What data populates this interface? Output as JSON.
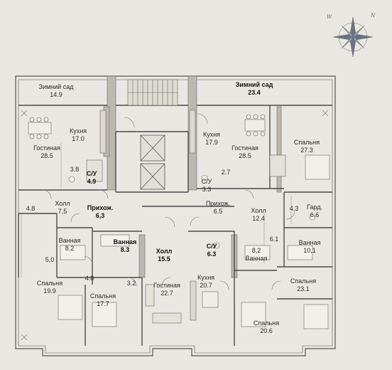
{
  "compass": {
    "north_letters": "N",
    "west_letters": "W"
  },
  "rooms": [
    {
      "id": "winter-garden-left",
      "name": "Зимний сад",
      "area": "14.9",
      "bold": false
    },
    {
      "id": "winter-garden-right",
      "name": "Зимний сад",
      "area": "23.4",
      "bold": true
    },
    {
      "id": "kitchen-1",
      "name": "Кухня",
      "area": "17.0",
      "bold": false
    },
    {
      "id": "living-1",
      "name": "Гостиная",
      "area": "28.5",
      "bold": false
    },
    {
      "id": "wc-1",
      "name": "С/У",
      "area": "4.9",
      "bold": true
    },
    {
      "id": "hall-1",
      "name": "Холл",
      "area": "7,5",
      "bold": false
    },
    {
      "id": "entry-1",
      "name": "Прихож.",
      "area": "6,3",
      "bold": true
    },
    {
      "id": "bath-1",
      "name": "Ванная",
      "area": "8.2",
      "bold": false
    },
    {
      "id": "bath-2",
      "name": "Ванная",
      "area": "8.3",
      "bold": true
    },
    {
      "id": "hall-main",
      "name": "Холл",
      "area": "15.5",
      "bold": true
    },
    {
      "id": "bedroom-1",
      "name": "Спальня",
      "area": "19.9",
      "bold": false
    },
    {
      "id": "bedroom-2",
      "name": "Спальня",
      "area": "17.7",
      "bold": false
    },
    {
      "id": "living-2",
      "name": "Гостиная",
      "area": "22.7",
      "bold": false
    },
    {
      "id": "kitchen-2",
      "name": "Кухня",
      "area": "17.9",
      "bold": false
    },
    {
      "id": "living-3",
      "name": "Гостиная",
      "area": "28.5",
      "bold": false
    },
    {
      "id": "wc-2",
      "name": "С/У",
      "area": "3.3",
      "bold": false
    },
    {
      "id": "entry-2",
      "name": "Прихож.",
      "area": "6.5",
      "bold": false
    },
    {
      "id": "hall-2",
      "name": "Холл",
      "area": "12.4",
      "bold": false
    },
    {
      "id": "wc-3",
      "name": "С/У",
      "area": "6.3",
      "bold": true
    },
    {
      "id": "kitchen-3",
      "name": "Кухня",
      "area": "20.7",
      "bold": false
    },
    {
      "id": "bath-3",
      "name": "Ванная",
      "area": "8,2",
      "bold": false
    },
    {
      "id": "bedroom-3",
      "name": "Спальня",
      "area": "27.3",
      "bold": false
    },
    {
      "id": "wardrobe",
      "name": "Гард.",
      "area": "6.6",
      "bold": false
    },
    {
      "id": "bath-4",
      "name": "Ванная",
      "area": "10,1",
      "bold": false
    },
    {
      "id": "bedroom-4",
      "name": "Спальня",
      "area": "23.1",
      "bold": false
    },
    {
      "id": "bedroom-5",
      "name": "Спальня",
      "area": "20.6",
      "bold": false
    }
  ],
  "dimensions": [
    {
      "id": "d-3-8",
      "value": "3.8"
    },
    {
      "id": "d-4-8a",
      "value": "4.8"
    },
    {
      "id": "d-5-0",
      "value": "5,0"
    },
    {
      "id": "d-4-8b",
      "value": "4.8"
    },
    {
      "id": "d-3-2",
      "value": "3.2"
    },
    {
      "id": "d-2-7",
      "value": "2.7"
    },
    {
      "id": "d-4-3",
      "value": "4.3"
    },
    {
      "id": "d-6-1",
      "value": "6.1"
    }
  ]
}
